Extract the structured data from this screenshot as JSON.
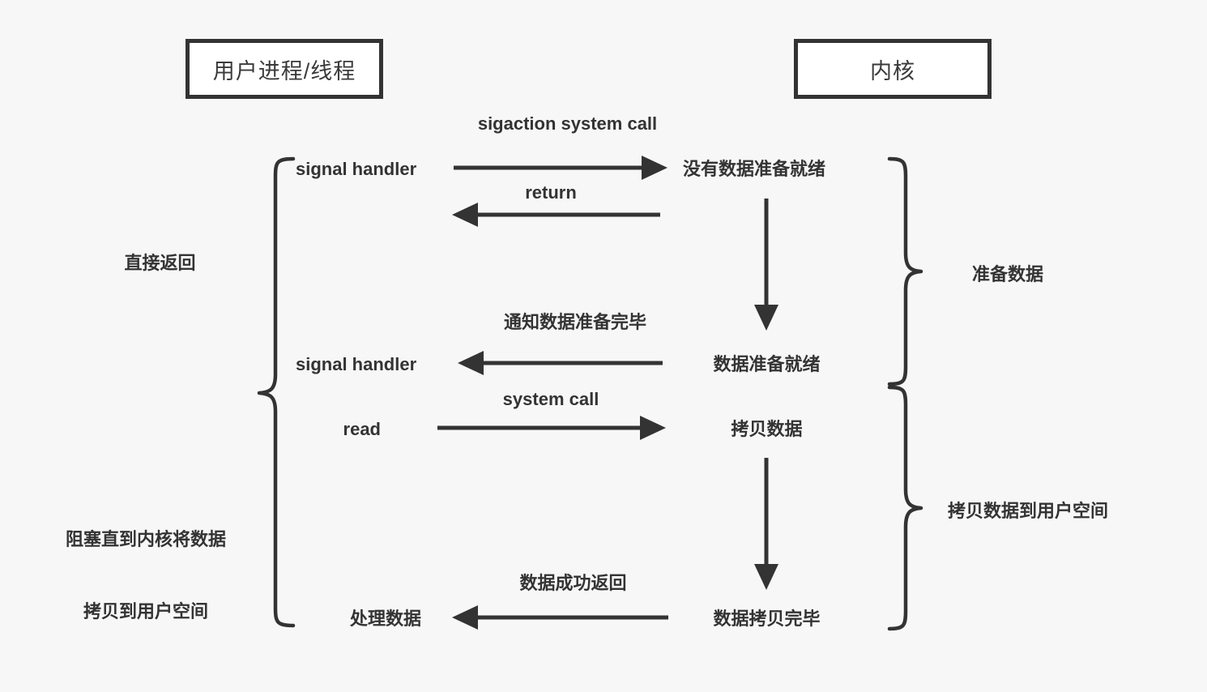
{
  "diagram": {
    "title_columns": {
      "user": "用户进程/线程",
      "kernel": "内核"
    },
    "left_brace_label": {
      "top": "直接返回",
      "bottom_line1": "阻塞直到内核将数据",
      "bottom_line2": "拷贝到用户空间"
    },
    "right_brace_labels": {
      "upper": "准备数据",
      "lower": "拷贝数据到用户空间"
    },
    "user_nodes": [
      {
        "id": "signal-handler-1",
        "label": "signal handler"
      },
      {
        "id": "signal-handler-2",
        "label": "signal handler"
      },
      {
        "id": "read",
        "label": "read"
      },
      {
        "id": "process-data",
        "label": "处理数据"
      }
    ],
    "kernel_nodes": [
      {
        "id": "no-data-ready",
        "label": "没有数据准备就绪"
      },
      {
        "id": "data-ready",
        "label": "数据准备就绪"
      },
      {
        "id": "copy-data",
        "label": "拷贝数据"
      },
      {
        "id": "copy-done",
        "label": "数据拷贝完毕"
      }
    ],
    "arrow_labels": [
      {
        "id": "sigaction-system-call",
        "label": "sigaction system call"
      },
      {
        "id": "return",
        "label": "return"
      },
      {
        "id": "notify-data-ready",
        "label": "通知数据准备完毕"
      },
      {
        "id": "system-call",
        "label": "system call"
      },
      {
        "id": "data-success-return",
        "label": "数据成功返回"
      }
    ],
    "colors": {
      "background": "#f7f7f7",
      "stroke": "#333333",
      "box_fill": "#ffffff",
      "text": "#333333"
    }
  }
}
